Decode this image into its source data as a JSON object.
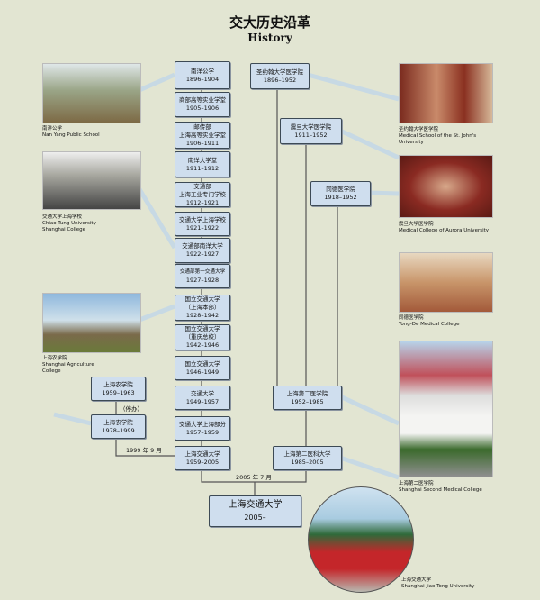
{
  "title": "交大历史沿革",
  "subtitle": "History",
  "main_line": [
    {
      "name": "南洋公学",
      "years": "1896–1904"
    },
    {
      "name": "商部高等实业学堂",
      "years": "1905–1906"
    },
    {
      "name": "邮传部",
      "name2": "上海高等实业学堂",
      "years": "1906–1911"
    },
    {
      "name": "南洋大学堂",
      "years": "1911–1912"
    },
    {
      "name": "交通部",
      "name2": "上海工业专门学校",
      "years": "1912–1921"
    },
    {
      "name": "交通大学上海学校",
      "years": "1921–1922"
    },
    {
      "name": "交通部南洋大学",
      "years": "1922–1927"
    },
    {
      "name": "交通部第一交通大学",
      "years": "1927–1928"
    },
    {
      "name": "国立交通大学",
      "name2": "（上海本部）",
      "years": "1928–1942"
    },
    {
      "name": "国立交通大学",
      "name2": "（重庆总校）",
      "years": "1942–1946"
    },
    {
      "name": "国立交通大学",
      "years": "1946–1949"
    },
    {
      "name": "交通大学",
      "years": "1949–1957"
    },
    {
      "name": "交通大学上海部分",
      "years": "1957–1959"
    },
    {
      "name": "上海交通大学",
      "years": "1959–2005"
    }
  ],
  "medical": {
    "st_johns": {
      "name": "圣约翰大学医学院",
      "years": "1896–1952"
    },
    "aurora": {
      "name": "震旦大学医学院",
      "years": "1911–1952"
    },
    "tongde": {
      "name": "同德医学院",
      "years": "1918–1952"
    },
    "second_med": {
      "name": "上海第二医学院",
      "years": "1952–1985"
    },
    "second_med_univ": {
      "name": "上海第二医科大学",
      "years": "1985–2005"
    }
  },
  "agri": {
    "first": {
      "name": "上海农学院",
      "years": "1959–1963"
    },
    "suspended": "（停办）",
    "second": {
      "name": "上海农学院",
      "years": "1978–1999"
    },
    "merge": "1999 年 9 月"
  },
  "merge_2005": "2005 年 7 月",
  "final": {
    "name": "上海交通大学",
    "years": "2005–"
  },
  "captions": {
    "nanyang": {
      "cn": "南洋公学",
      "en": "Nan Yang Public School"
    },
    "chiaotung": {
      "cn": "交通大学上海学校",
      "en": "Chiao Tung University Shanghai College"
    },
    "agri": {
      "cn": "上海农学院",
      "en": "Shanghai Agriculture College"
    },
    "stjohns": {
      "cn": "圣约翰大学医学院",
      "en": "Medical School of the St. John's University"
    },
    "aurora": {
      "cn": "震旦大学医学院",
      "en": "Medical College of Aurora University"
    },
    "tongde": {
      "cn": "同德医学院",
      "en": "Tong-De Medical College"
    },
    "secondmed": {
      "cn": "上海第二医学院",
      "en": "Shanghai Second Medical College"
    },
    "sjtu": {
      "cn": "上海交通大学",
      "en": "Shanghai Jiao Tong University"
    }
  }
}
